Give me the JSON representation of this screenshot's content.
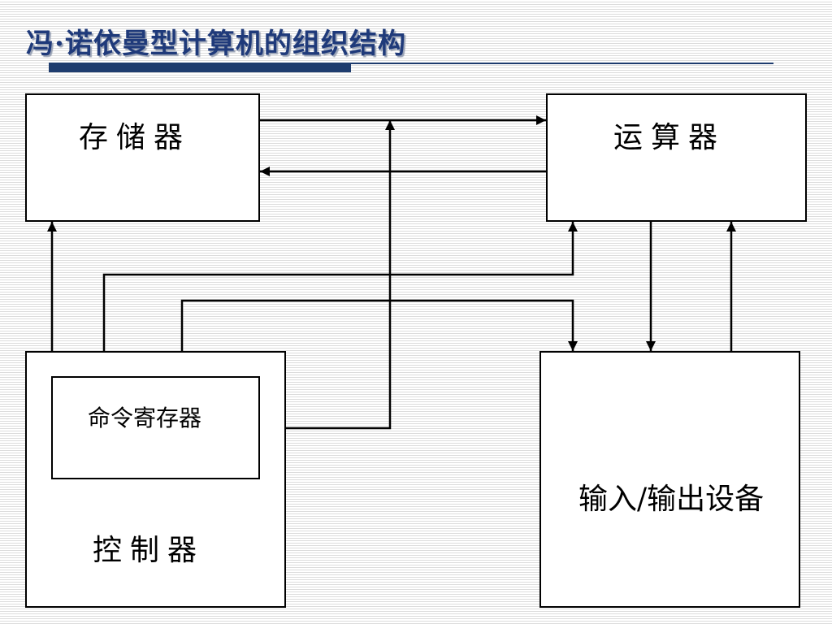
{
  "title": "冯·诺依曼型计算机的组织结构",
  "boxes": {
    "memory": "存储器",
    "alu": "运算器",
    "controller": "控制器",
    "instruction_register": "命令寄存器",
    "io": "输入/输出设备"
  },
  "colors": {
    "title_text": "#1f3a7a",
    "title_bar": "#1e3c6e",
    "line": "#000000"
  }
}
